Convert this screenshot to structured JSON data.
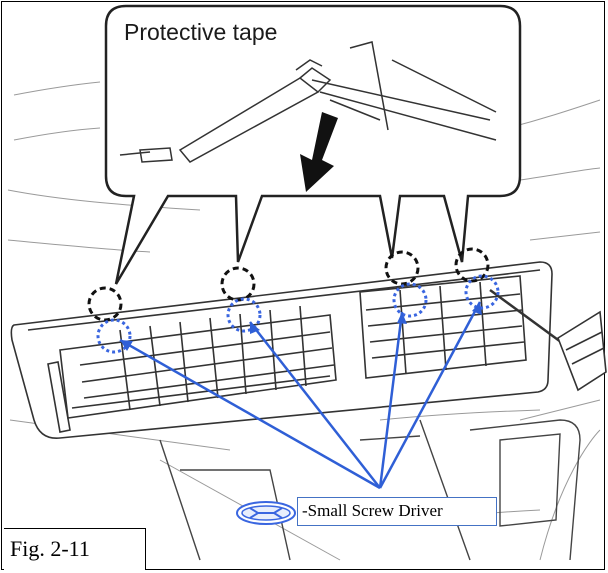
{
  "callout": {
    "label": "Protective tape"
  },
  "legend": {
    "tool_icon": "wrench-icon",
    "label": "-Small Screw Driver"
  },
  "figure": {
    "label": "Fig. 2-11"
  },
  "colors": {
    "pointer": "#2f5fd6",
    "tool_dots": "#3a66e0",
    "clip_dots": "#111111",
    "line_art": "#333333"
  }
}
